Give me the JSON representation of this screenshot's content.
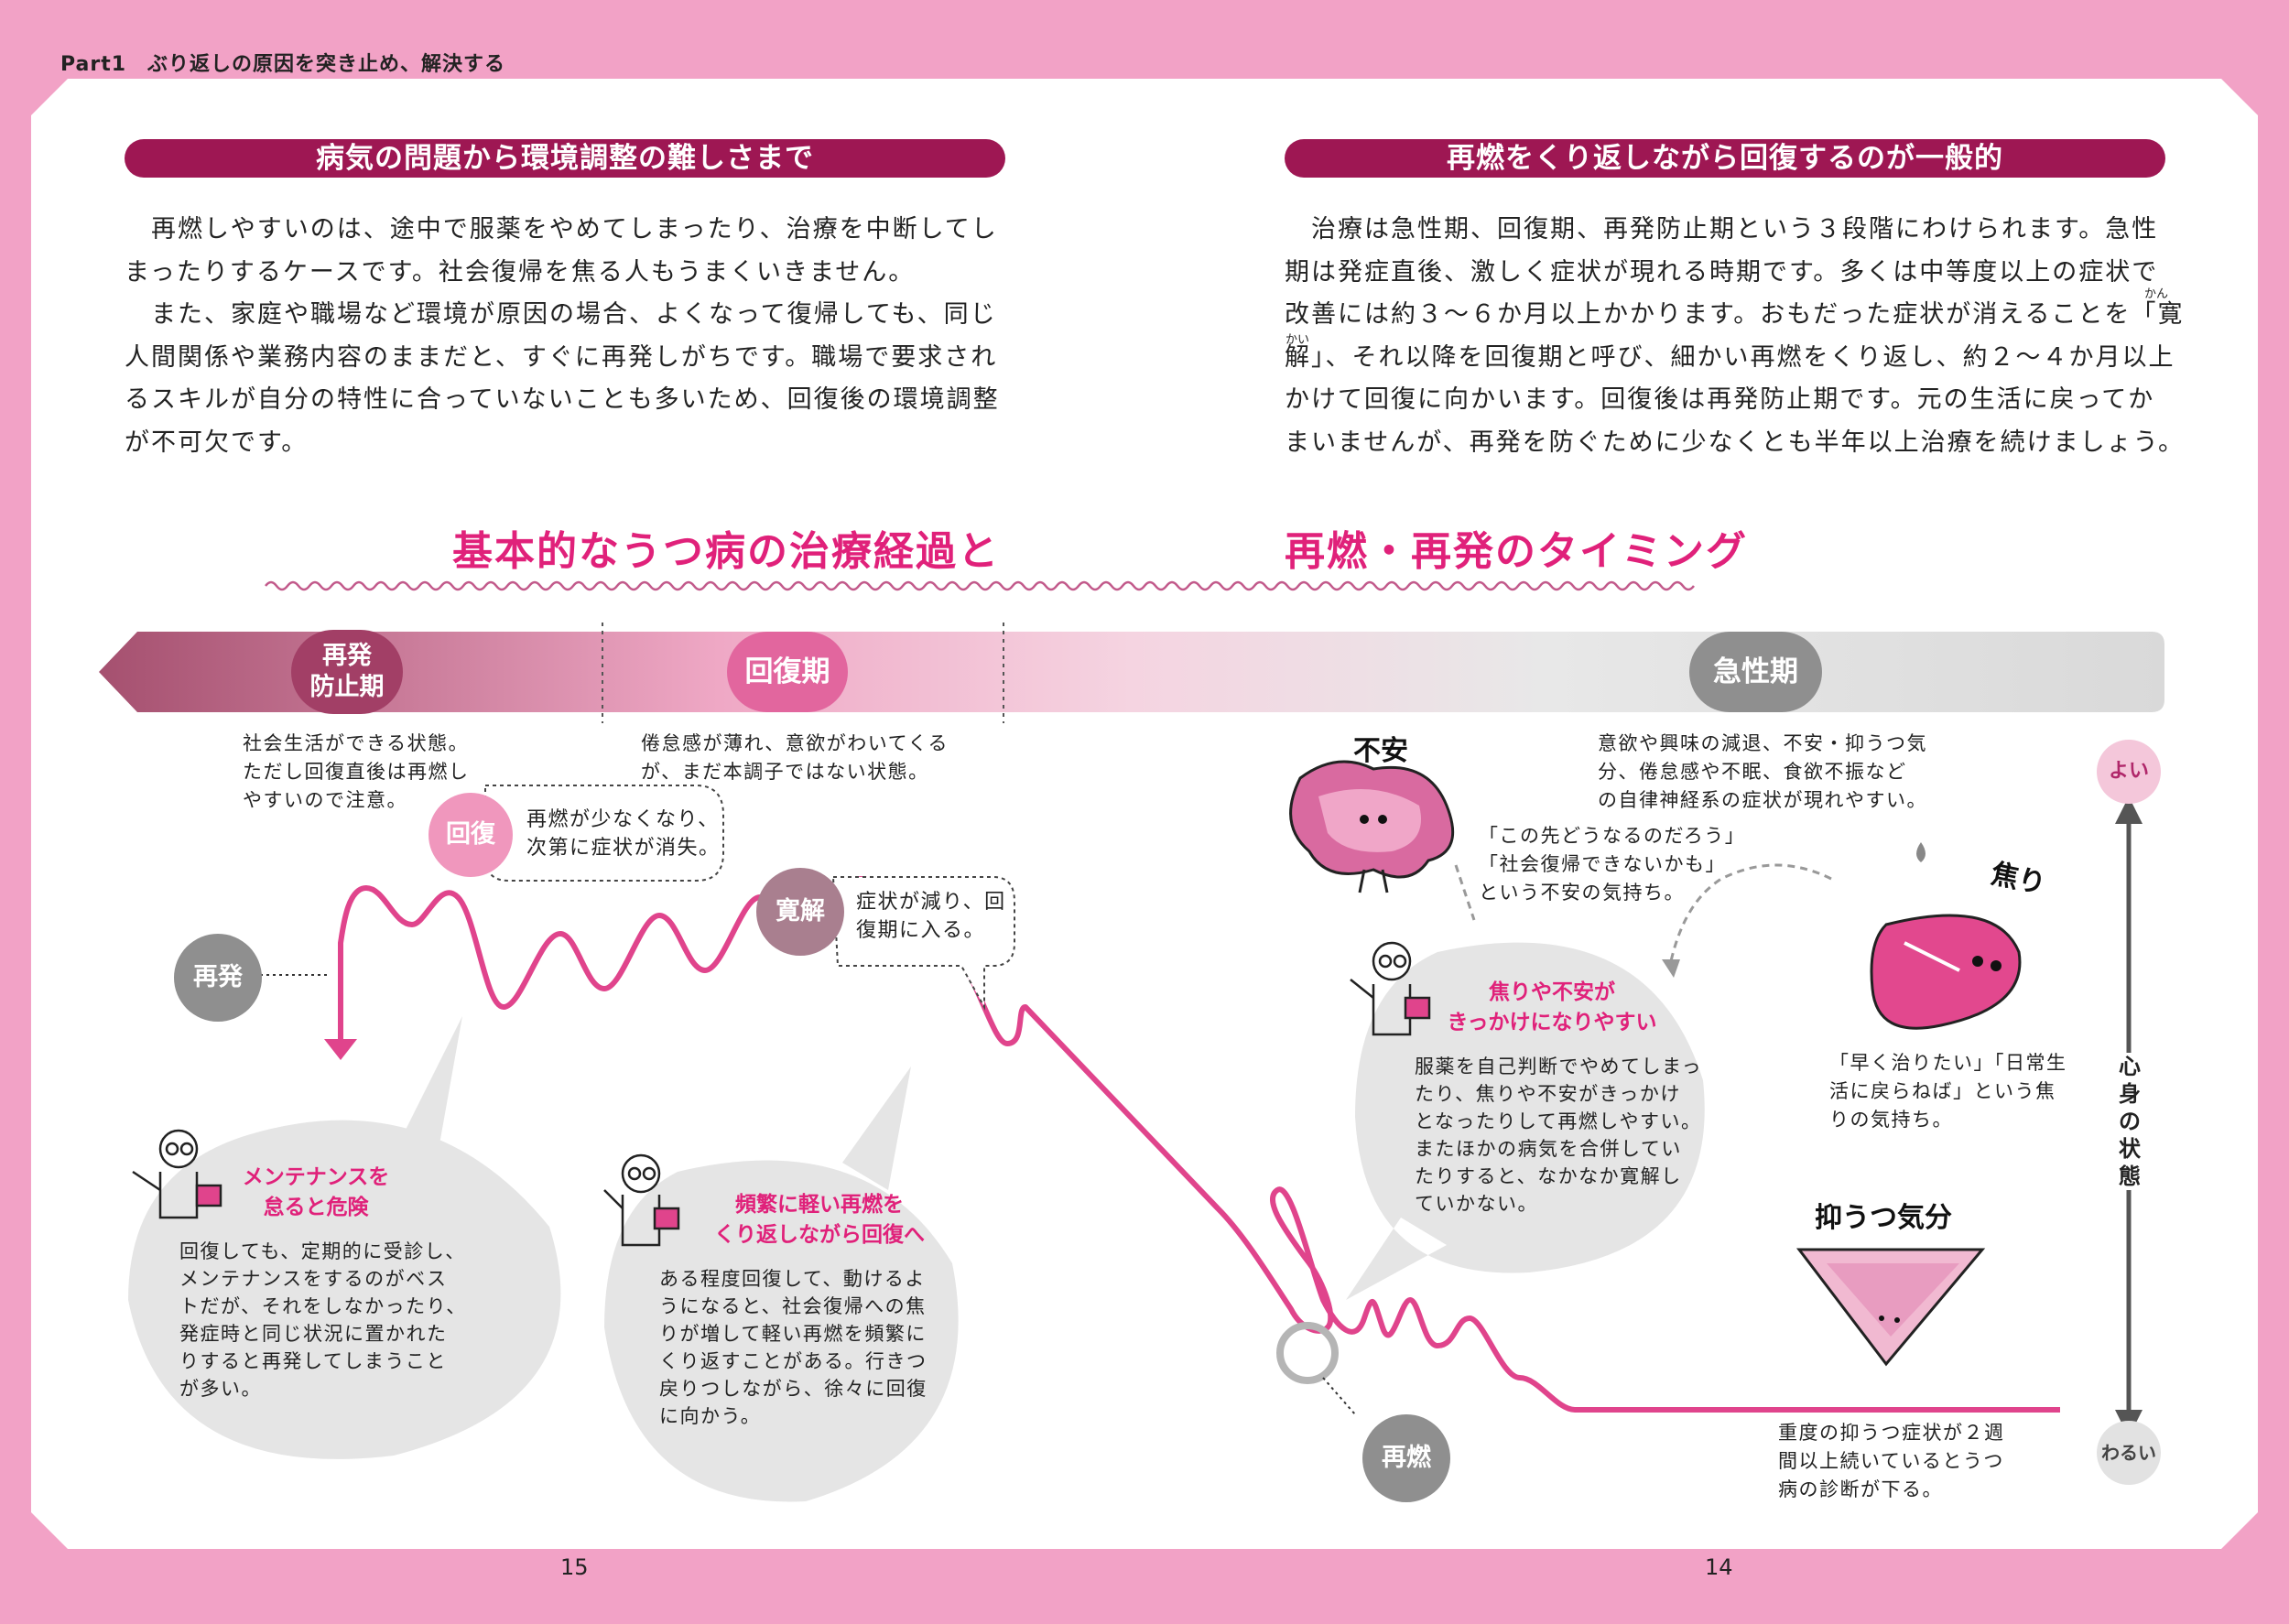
{
  "header": "Part1　ぶり返しの原因を突き止め、解決する",
  "page_left": "15",
  "page_right": "14",
  "colors": {
    "pink_bg": "#f2a2c6",
    "band": "#9e1753",
    "accent": "#e0217a",
    "line": "#e0448c",
    "gray": "#8f8f8f"
  },
  "left_section": {
    "heading": "病気の問題から環境調整の難しさまで",
    "body": "　再燃しやすいのは、途中で服薬をやめてしまったり、治療を中断してし\nまったりするケースです。社会復帰を焦る人もうまくいきません。\n　また、家庭や職場など環境が原因の場合、よくなって復帰しても、同じ\n人間関係や業務内容のままだと、すぐに再発しがちです。職場で要求され\nるスキルが自分の特性に合っていないことも多いため、回復後の環境調整\nが不可欠です。"
  },
  "right_section": {
    "heading": "再燃をくり返しながら回復するのが一般的",
    "body": "　治療は急性期、回復期、再発防止期という３段階にわけられます。急性\n期は発症直後、激しく症状が現れる時期です。多くは中等度以上の症状で\n改善には約３～６か月以上かかります。おもだった症状が消えることを「寛\n解」、それ以降を回復期と呼び、細かい再燃をくり返し、約２～４か月以上\nかけて回復に向かいます。回復後は再発防止期です。元の生活に戻ってか\nまいませんが、再発を防ぐために少なくとも半年以上治療を続けましょう。",
    "ruby_kan": "かん",
    "ruby_kai": "かい"
  },
  "diagram": {
    "title_left": "基本的なうつ病の治療経過と",
    "title_right": "再燃・再発のタイミング",
    "phases": [
      {
        "label": "再発\n防止期",
        "desc": "社会生活ができる状態。\nただし回復直後は再燃し\nやすいので注意。"
      },
      {
        "label": "回復期",
        "desc": "倦怠感が薄れ、意欲がわいてくる\nが、まだ本調子ではない状態。"
      },
      {
        "label": "急性期",
        "desc": "意欲や興味の減退、不安・抑うつ気\n分、倦怠感や不眠、食欲不振など\nの自律神経系の症状が現れやすい。"
      }
    ],
    "events": {
      "kaifuku": {
        "label": "回復",
        "desc": "再燃が少なくなり、\n次第に症状が消失。"
      },
      "kankai": {
        "label": "寛解",
        "desc": "症状が減り、回\n復期に入る。"
      },
      "saihatsu": {
        "label": "再発"
      },
      "nensho": {
        "label": "再燃"
      }
    },
    "bubbles": [
      {
        "headline": "メンテナンスを\n怠ると危険",
        "body": "回復しても、定期的に受診し、\nメンテナンスをするのがベス\nトだが、それをしなかったり、\n発症時と同じ状況に置かれた\nりすると再発してしまうこと\nが多い。"
      },
      {
        "headline": "頻繁に軽い再燃を\nくり返しながら回復へ",
        "body": "ある程度回復して、動けるよ\nうになると、社会復帰への焦\nりが増して軽い再燃を頻繁に\nくり返すことがある。行きつ\n戻りつしながら、徐々に回復\nに向かう。"
      },
      {
        "headline": "焦りや不安が\nきっかけになりやすい",
        "body": "服薬を自己判断でやめてしまっ\nたり、焦りや不安がきっかけ\nとなったりして再燃しやすい。\nまたほかの病気を合併してい\nたりすると、なかなか寛解し\nていかない。"
      }
    ],
    "moods": {
      "fuan": {
        "label": "不安",
        "desc": "「この先どうなるのだろう」\n「社会復帰できないかも」\nという不安の気持ち。"
      },
      "aseri": {
        "label": "焦り",
        "desc": "「早く治りたい」「日常生\n活に戻らねば」という焦\nりの気持ち。"
      },
      "yokuutsu": {
        "label": "抑うつ気分",
        "desc": "重度の抑うつ症状が２週\n間以上続いているとうつ\n病の診断が下る。"
      }
    },
    "axis": {
      "top": "よい",
      "bottom": "わるい",
      "label": "心身の状態"
    }
  }
}
